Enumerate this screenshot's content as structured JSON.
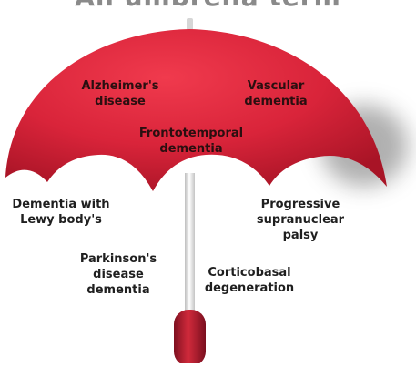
{
  "title": "An umbrella term",
  "colors": {
    "canopy": "#d9243a",
    "canopy_dark": "#b3152a",
    "shaft": "#e8e8e8",
    "handle": "#b11e2e"
  },
  "labels": {
    "alzheimers": [
      "Alzheimer's",
      "disease"
    ],
    "vascular": [
      "Vascular",
      "dementia"
    ],
    "frontotemporal": [
      "Frontotemporal",
      "dementia"
    ],
    "lewy": [
      "Dementia with",
      "Lewy body's"
    ],
    "psp": [
      "Progressive",
      "supranuclear",
      "palsy"
    ],
    "parkinsons": [
      "Parkinson's",
      "disease",
      "dementia"
    ],
    "corticobasal": [
      "Corticobasal",
      "degeneration"
    ]
  }
}
